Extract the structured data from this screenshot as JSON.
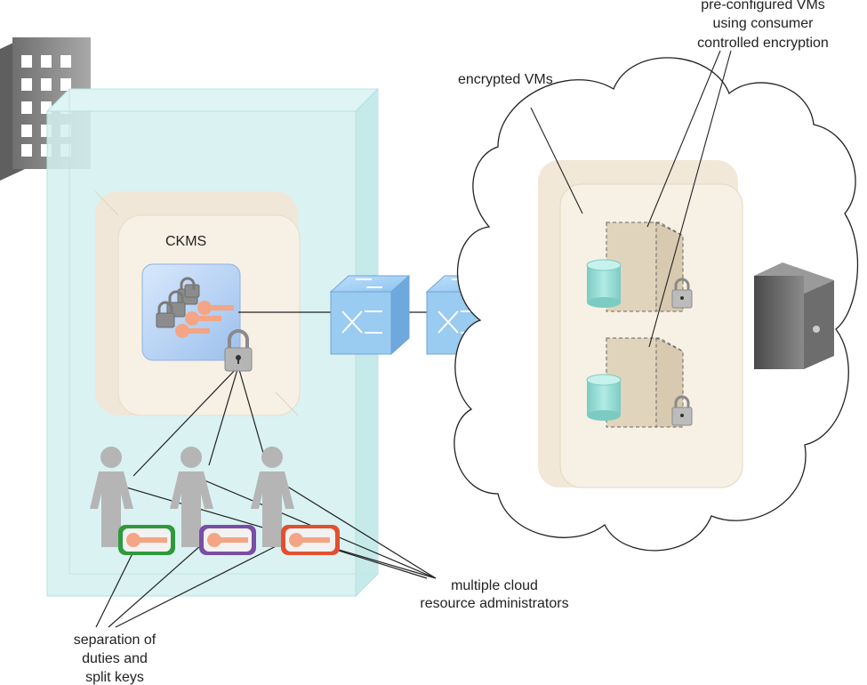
{
  "labels": {
    "ckms": "CKMS",
    "encrypted_vms": "encrypted VMs",
    "preconfigured": [
      "pre-configured VMs",
      "using consumer",
      "controlled encryption"
    ],
    "administrators": [
      "multiple cloud",
      "resource administrators"
    ],
    "separation": [
      "separation of",
      "duties and",
      "split keys"
    ]
  },
  "colors": {
    "datacenter_fill": "#cfeeee",
    "datacenter_edge": "#a9d9d9",
    "vault_fill": "#f4ecdf",
    "switch_blue": "#7fb6e4",
    "person_gray": "#b7b7b7",
    "key_salmon": "#f3a585",
    "badge_green": "#2e9a3c",
    "badge_purple": "#7a4ea6",
    "badge_red": "#e2502f",
    "db_teal": "#8fd7d0",
    "server_beige": "#e8dcc6",
    "lock_gray": "#a9a9a9",
    "building_gray": "#8c8c8c"
  },
  "icons": [
    "building-icon",
    "key-store-icon",
    "lock-icon",
    "network-switch-icon",
    "person-icon",
    "key-icon",
    "database-icon",
    "virtual-server-icon",
    "physical-server-icon",
    "cloud-shape"
  ]
}
